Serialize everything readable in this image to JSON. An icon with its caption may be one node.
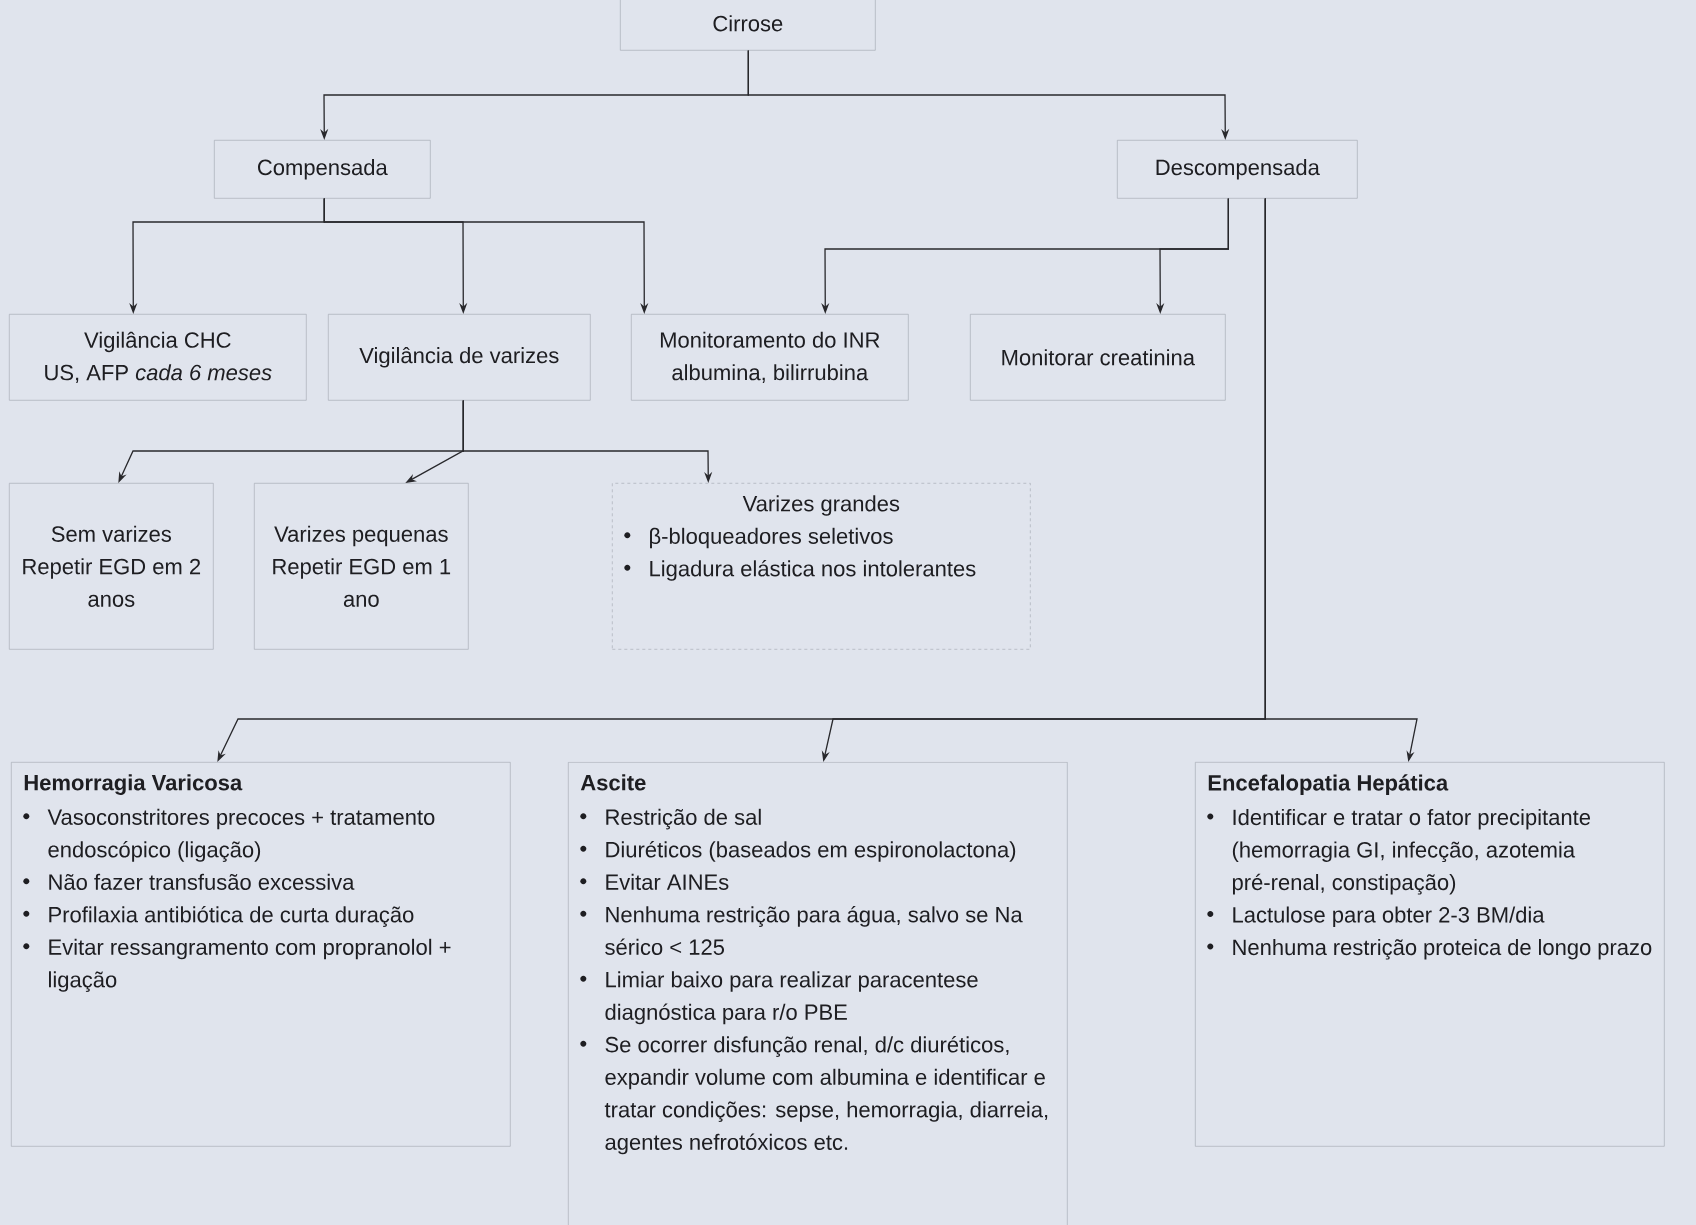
{
  "diagram": {
    "nodes": [
      {
        "text": [
          "Cirrose"
        ]
      },
      {
        "text": [
          "Compensada"
        ]
      },
      {
        "text": [
          "Descompensada"
        ]
      },
      {
        "text": [
          "Vigilância CHC",
          "US, AFP *cada 6 meses*"
        ]
      },
      {
        "text": [
          "Vigilância de varizes"
        ]
      },
      {
        "text": [
          "Monitoramento do INR",
          "albumina, bilirrubina"
        ]
      },
      {
        "text": [
          "Monitorar creatinina"
        ]
      },
      {
        "text": [
          "Sem varizes",
          "Repetir EGD em 2 anos"
        ]
      },
      {
        "text": [
          "Varizes pequenas",
          "Repetir EGD em 1 ano"
        ]
      },
      {
        "text": [
          "Varizes grandes",
          "β-bloqueadores seletivos",
          "Ligadura elástica nos intolerantes"
        ]
      },
      {
        "text": [
          "Hemorragia Varicosa",
          "Vasoconstritores precoces + tratamento endoscópico (ligação)",
          "Não fazer transfusão excessiva",
          "Profilaxia antibiótica de curta duração",
          "Evitar ressangramento com propranolol + ligação"
        ]
      },
      {
        "text": [
          "Ascite",
          "Restrição de sal",
          "Diuréticos (baseados em espironolactona)",
          "Evitar AINEs",
          "Nenhuma restrição para água, salvo se Na sérico < 125",
          "Limiar baixo para realizar paracentese diagnóstica para r/o PBE",
          "Se ocorrer disfunção renal, d/c diuréticos, expandir volume com albumina e identificar e tratar condições: sepse, hemorragia, diarreia, agentes nefrotóxicos etc."
        ]
      },
      {
        "text": [
          "Encefalopatia Hepática",
          "Identificar e tratar o fator precipitante (hemorragia GI, infecção, azotemia pré-renal, constipação)",
          "Lactulose para obter 2-3 BM/dia",
          "Nenhuma restrição proteica de longo prazo"
        ]
      }
    ],
    "edges": [
      {
        "from": 0,
        "to": 1,
        "arrow": "to"
      },
      {
        "from": 0,
        "to": 2,
        "arrow": "to"
      },
      {
        "from": 1,
        "to": 3,
        "arrow": "to"
      },
      {
        "from": 1,
        "to": 4,
        "arrow": "to"
      },
      {
        "from": 1,
        "to": 5,
        "arrow": "to"
      },
      {
        "from": 2,
        "to": 5,
        "arrow": "to"
      },
      {
        "from": 2,
        "to": 6,
        "arrow": "to"
      },
      {
        "from": 4,
        "to": 7,
        "arrow": "to"
      },
      {
        "from": 4,
        "to": 8,
        "arrow": "to"
      },
      {
        "from": 4,
        "to": 9,
        "arrow": "to"
      },
      {
        "from": 2,
        "to": 10,
        "arrow": "to"
      },
      {
        "from": 2,
        "to": 11,
        "arrow": "to"
      },
      {
        "from": 2,
        "to": 12,
        "arrow": "to"
      }
    ]
  }
}
